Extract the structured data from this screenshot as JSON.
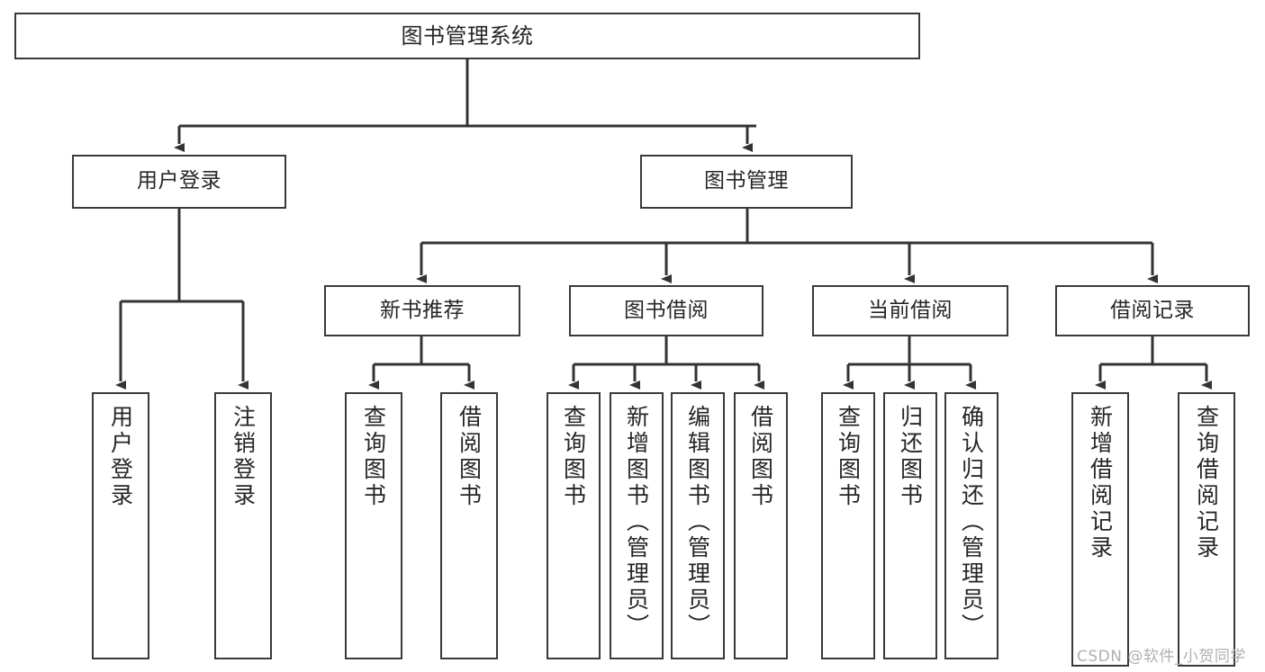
{
  "diagram": {
    "title": "图书管理系统",
    "type": "tree",
    "colors": {
      "background": "#ffffff",
      "node_border": "#3a3a3a",
      "node_fill": "#ffffff",
      "edge": "#333333",
      "text": "#262626",
      "watermark": "#b0b0b0"
    },
    "nodes": {
      "root": {
        "label": "图书管理系统"
      },
      "level2": [
        {
          "id": "user-login",
          "label": "用户登录"
        },
        {
          "id": "book-manage",
          "label": "图书管理"
        }
      ],
      "level3": [
        {
          "id": "new-book-recommend",
          "label": "新书推荐"
        },
        {
          "id": "book-borrow",
          "label": "图书借阅"
        },
        {
          "id": "current-borrow",
          "label": "当前借阅"
        },
        {
          "id": "borrow-record",
          "label": "借阅记录"
        }
      ],
      "leaves": {
        "user_login": [
          {
            "id": "leaf-user-login",
            "label": "用户登录"
          },
          {
            "id": "leaf-user-logout",
            "label": "注销登录"
          }
        ],
        "new_book_recommend": [
          {
            "id": "leaf-query-book-1",
            "label": "查询图书"
          },
          {
            "id": "leaf-borrow-book-1",
            "label": "借阅图书"
          }
        ],
        "book_borrow": [
          {
            "id": "leaf-query-book-2",
            "label": "查询图书"
          },
          {
            "id": "leaf-add-book",
            "label": "新增图书（管理员）"
          },
          {
            "id": "leaf-edit-book",
            "label": "编辑图书（管理员）"
          },
          {
            "id": "leaf-borrow-book-2",
            "label": "借阅图书"
          }
        ],
        "current_borrow": [
          {
            "id": "leaf-query-book-3",
            "label": "查询图书"
          },
          {
            "id": "leaf-return-book",
            "label": "归还图书"
          },
          {
            "id": "leaf-confirm-return",
            "label": "确认归还（管理员）"
          }
        ],
        "borrow_record": [
          {
            "id": "leaf-add-record",
            "label": "新增借阅记录"
          },
          {
            "id": "leaf-query-record",
            "label": "查询借阅记录"
          }
        ]
      }
    },
    "watermark": "CSDN @软件_小贺同学"
  }
}
